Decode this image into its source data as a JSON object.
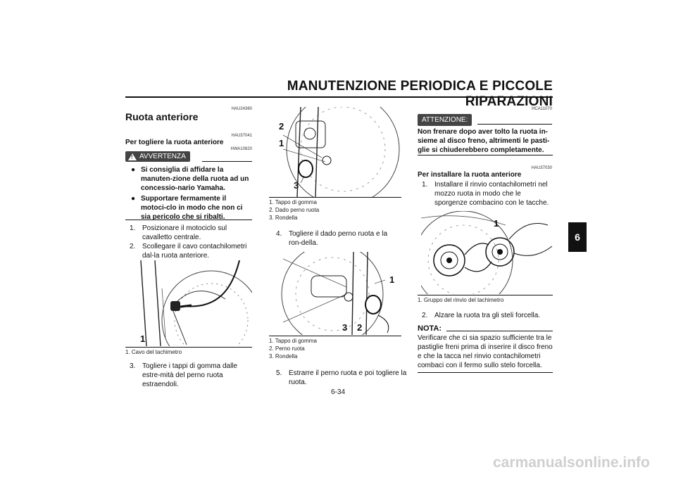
{
  "header": {
    "title": "MANUTENZIONE PERIODICA E PICCOLE RIPARAZIONI"
  },
  "side_tab": {
    "label": "6"
  },
  "page_number": "6-34",
  "watermark": "carmanualsonline.info",
  "col1": {
    "code1": "HAU24360",
    "section_title": "Ruota anteriore",
    "code2": "HAU37041",
    "subsection_title": "Per togliere la ruota anteriore",
    "warning_badge": "AVVERTENZA",
    "warning_code": "HWA10820",
    "warning_bullets": [
      "Si consiglia di affidare la manuten-zione della ruota ad un concessio-nario Yamaha.",
      "Supportare fermamente il motoci-clo in modo che non ci sia pericolo che si ribalti."
    ],
    "steps": [
      {
        "num": "1.",
        "text": "Posizionare il motociclo sul cavalletto centrale."
      },
      {
        "num": "2.",
        "text": "Scollegare il cavo contachilometri dal-la ruota anteriore."
      }
    ],
    "figure_callout": "1",
    "figure_caption": "1.  Cavo del tachimetro",
    "step3": {
      "num": "3.",
      "text": "Togliere i tappi di gomma dalle estre-mità del perno ruota estraendoli."
    }
  },
  "col2": {
    "fig1_callouts": [
      "2",
      "1",
      "3"
    ],
    "fig1_captions": [
      "1.  Tappo di gomma",
      "2.  Dado perno ruota",
      "3.  Rondella"
    ],
    "step4": {
      "num": "4.",
      "text": "Togliere il dado perno ruota e la ron-della."
    },
    "fig2_callouts": [
      "1",
      "3",
      "2"
    ],
    "fig2_captions": [
      "1.  Tappo di gomma",
      "2.  Perno ruota",
      "3.  Rondella"
    ],
    "step5": {
      "num": "5.",
      "text": "Estrarre il perno ruota e poi togliere la ruota."
    }
  },
  "col3": {
    "caution_badge": "ATTENZIONE:",
    "caution_code": "HCA11070",
    "caution_text": "Non frenare dopo aver tolto la ruota in-sieme al disco freno, altrimenti le pasti-glie si chiuderebbero completamente.",
    "code3": "HAU37030",
    "subsection_title": "Per installare la ruota anteriore",
    "step1": {
      "num": "1.",
      "text": "Installare il rinvio contachilometri nel mozzo ruota in modo che le sporgenze combacino con le tacche."
    },
    "figure_callout": "1",
    "figure_caption": "1.  Gruppo del rinvio del tachimetro",
    "step2": {
      "num": "2.",
      "text": "Alzare la ruota tra gli steli forcella."
    },
    "note_label": "NOTA:",
    "note_text": "Verificare che ci sia spazio sufficiente tra le pastiglie freni prima di inserire il disco freno e che la tacca nel rinvio contachilometri combaci con il fermo sullo stelo forcella."
  }
}
